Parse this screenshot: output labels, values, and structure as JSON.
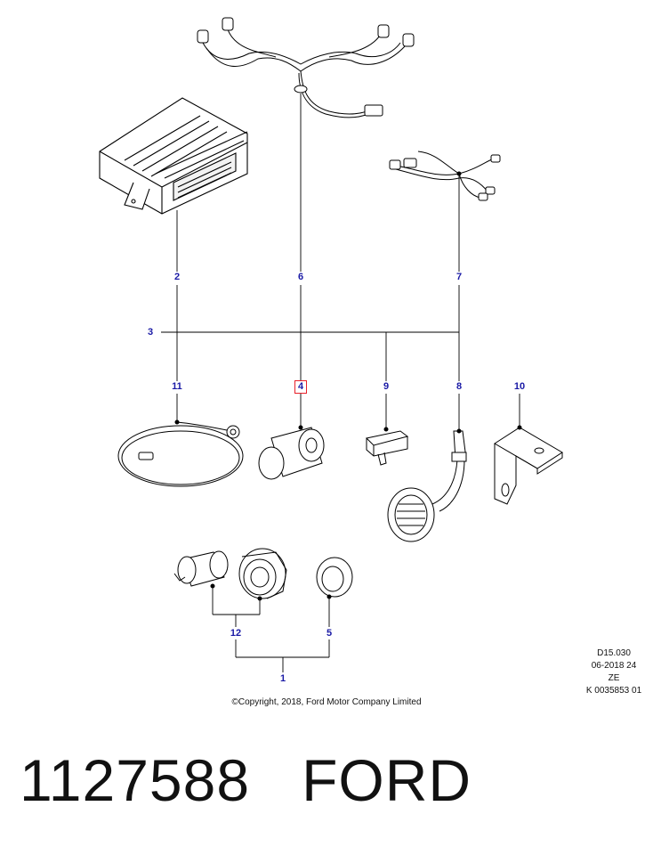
{
  "callouts": {
    "c1": "1",
    "c2": "2",
    "c3": "3",
    "c4": "4",
    "c5": "5",
    "c6": "6",
    "c7": "7",
    "c8": "8",
    "c9": "9",
    "c10": "10",
    "c11": "11",
    "c12": "12"
  },
  "meta": {
    "line1": "D15.030",
    "line2": "06-2018 24",
    "line3": "ZE",
    "line4": "K 0035853 01"
  },
  "copyright": "©Copyright, 2018, Ford Motor Company Limited",
  "footer": {
    "part_number": "1127588",
    "brand": "FORD"
  },
  "colors": {
    "callout_text": "#1a1aa6",
    "highlight_box": "#e8202a",
    "line": "#000000"
  },
  "icons": [
    "control-module-icon",
    "wiring-harness-icon",
    "sensor-harness-icon",
    "antenna-cable-icon",
    "parking-sensor-icon",
    "fuse-icon",
    "buzzer-speaker-icon",
    "mounting-bracket-icon",
    "sensor-housing-icon",
    "sensor-bezel-icon",
    "grommet-ring-icon"
  ]
}
